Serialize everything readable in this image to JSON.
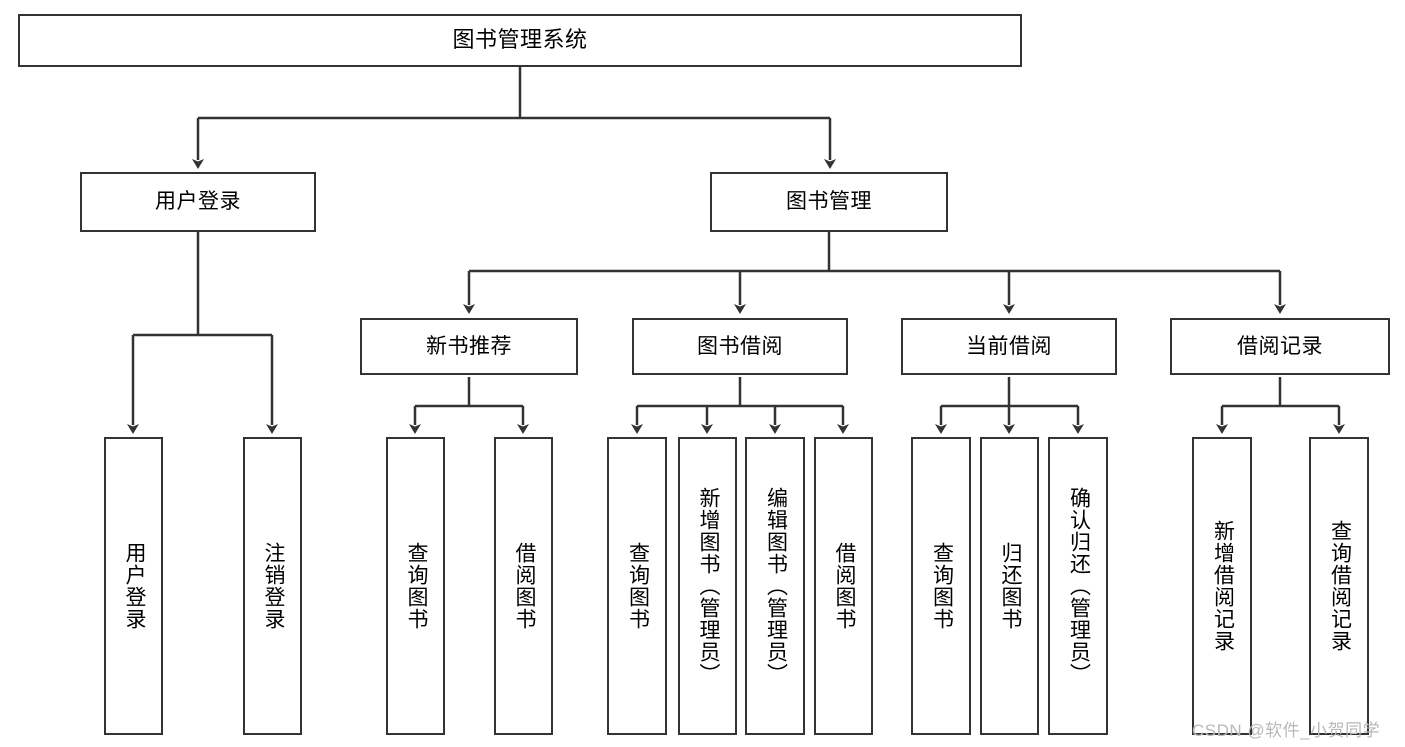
{
  "diagram": {
    "type": "tree-hierarchy-chart",
    "title": "图书管理系统",
    "colors": {
      "stroke": "#333333",
      "fill": "#ffffff",
      "text": "#000000",
      "watermark": "#b8b8b8"
    },
    "levels": {
      "root": {
        "label": "图书管理系统"
      },
      "level2": [
        {
          "label": "用户登录"
        },
        {
          "label": "图书管理"
        }
      ],
      "level3": [
        {
          "label": "新书推荐"
        },
        {
          "label": "图书借阅"
        },
        {
          "label": "当前借阅"
        },
        {
          "label": "借阅记录"
        }
      ],
      "leaves_user_login": [
        {
          "label": "用户登录"
        },
        {
          "label": "注销登录"
        }
      ],
      "leaves_new_book": [
        {
          "label": "查询图书"
        },
        {
          "label": "借阅图书"
        }
      ],
      "leaves_borrow": [
        {
          "label": "查询图书"
        },
        {
          "label": "新增图书（管理员）"
        },
        {
          "label": "编辑图书（管理员）"
        },
        {
          "label": "借阅图书"
        }
      ],
      "leaves_current": [
        {
          "label": "查询图书"
        },
        {
          "label": "归还图书"
        },
        {
          "label": "确认归还（管理员）"
        }
      ],
      "leaves_records": [
        {
          "label": "新增借阅记录"
        },
        {
          "label": "查询借阅记录"
        }
      ]
    },
    "watermark": "CSDN @软件_小贺同学"
  }
}
